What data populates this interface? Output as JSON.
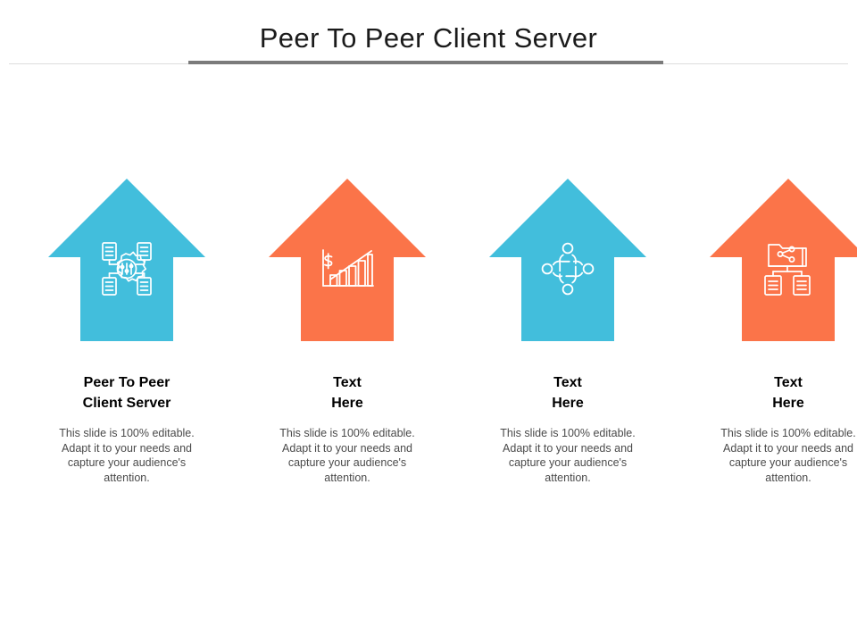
{
  "slide": {
    "title": "Peer To Peer Client Server",
    "accent_blue": "#42bedc",
    "accent_orange": "#fb7449",
    "rule_dark_color": "#7b7b7b",
    "rule_light_color": "#dddddd",
    "background": "#ffffff"
  },
  "columns": [
    {
      "heading": "Peer To Peer\nClient Server",
      "body": "This slide is 100% editable. Adapt it to your needs and capture your audience's attention.",
      "color": "#42bedc",
      "icon": "network-gear-servers-icon"
    },
    {
      "heading": "Text\nHere",
      "body": "This slide is 100% editable. Adapt it to your needs and capture your audience's attention.",
      "color": "#fb7449",
      "icon": "dollar-growth-bar-chart-icon"
    },
    {
      "heading": "Text\nHere",
      "body": "This slide is 100% editable. Adapt it to your needs and capture your audience's attention.",
      "color": "#42bedc",
      "icon": "teamwork-people-circle-icon"
    },
    {
      "heading": "Text\nHere",
      "body": "This slide is 100% editable. Adapt it to your needs and capture your audience's attention.",
      "color": "#fb7449",
      "icon": "shared-folder-documents-icon"
    }
  ]
}
